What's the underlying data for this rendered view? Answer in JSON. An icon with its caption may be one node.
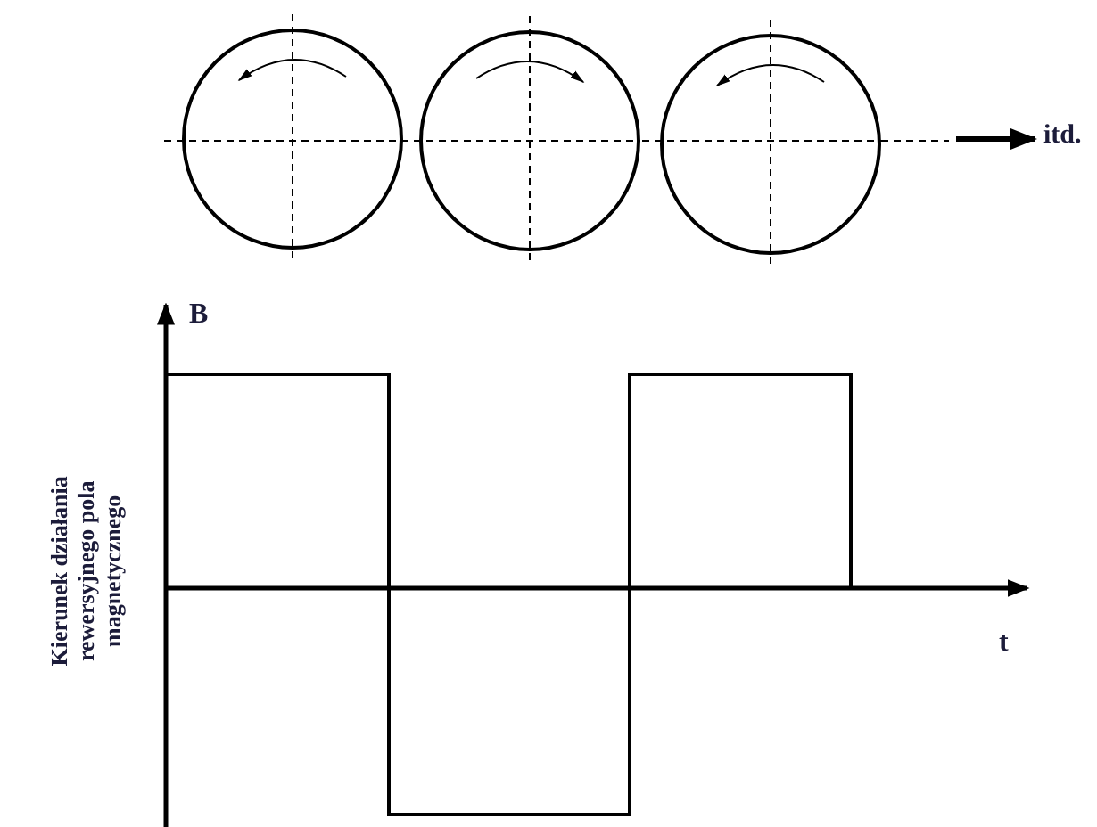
{
  "diagram": {
    "labels": [
      "itd.",
      "B",
      "Kierunek działania rewersyjnego pola magnetycznego",
      "t"
    ]
  }
}
